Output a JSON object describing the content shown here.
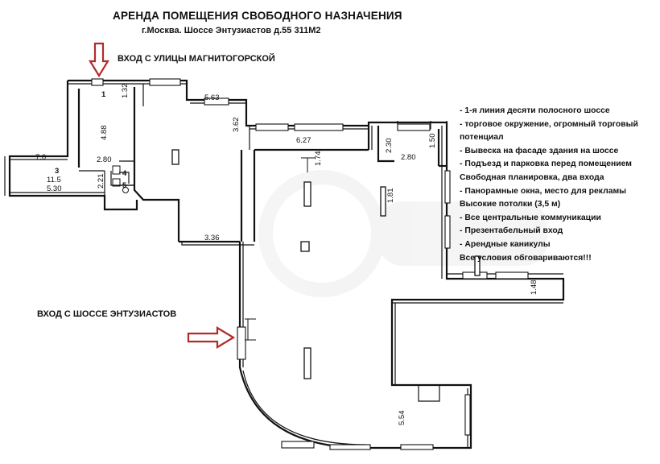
{
  "title": "АРЕНДА ПОМЕЩЕНИЯ СВОБОДНОГО НАЗНАЧЕНИЯ",
  "subtitle": "г.Москва. Шоссе  Энтузиастов  д.55 311М2",
  "entrances": {
    "top": "ВХОД С УЛИЦЫ МАГНИТОГОРСКОЙ",
    "bottom": "ВХОД С ШОССЕ ЭНТУЗИАСТОВ"
  },
  "features": [
    "- 1-я линия десяти полосного шоссе",
    "- торговое окружение, огромный торговый",
    "потенциал",
    "- Вывеска на фасаде здания на шоссе",
    "- Подъезд и парковка перед помещением",
    "Свободная планировка, два входа",
    "- Панорамные окна, место для рекламы",
    "Высокие потолки (3,5 м)",
    "- Все центральные коммуникации",
    "- Презентабельный вход",
    "- Арендные каникулы",
    "Все условия обговариваются!!!"
  ],
  "plan": {
    "rooms": [
      "1",
      "3",
      "4",
      "5"
    ],
    "area_label": "11.5",
    "dimensions": {
      "d132": "1.32",
      "d488": "4.88",
      "d70": "7.0",
      "d280a": "2.80",
      "d221": "2.21",
      "d530": "5.30",
      "d563": "5.63",
      "d362": "3.62",
      "d627": "6.27",
      "d174": "1.74",
      "d230": "2.30",
      "d280b": "2.80",
      "d150": "1.50",
      "d181": "1.81",
      "d336": "3.36",
      "d148": "1.48",
      "d554": "5.54"
    }
  },
  "colors": {
    "arrow": "#b32a2a",
    "wall": "#111111"
  }
}
